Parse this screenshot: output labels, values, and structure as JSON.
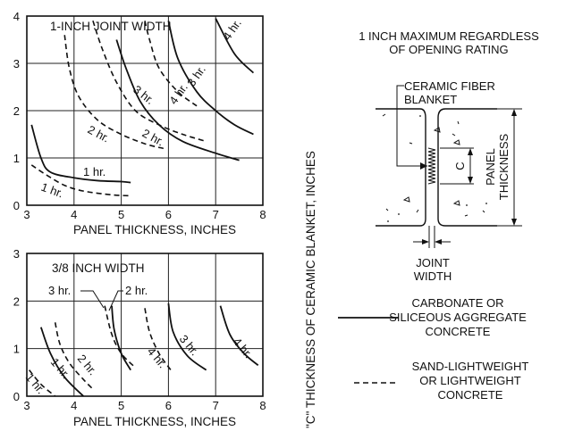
{
  "chart_data": [
    {
      "type": "line",
      "title": "1-INCH JOINT WIDTH",
      "xlabel": "PANEL THICKNESS, INCHES",
      "ylabel": "\"C\" THICKNESS OF CERAMIC BLANKET, INCHES",
      "xlim": [
        3,
        8
      ],
      "ylim": [
        0,
        4
      ],
      "xticks": [
        "3",
        "4",
        "5",
        "6",
        "7",
        "8"
      ],
      "yticks": [
        "0",
        "1",
        "2",
        "3",
        "4"
      ],
      "grid": true,
      "series": [
        {
          "name": "1 hr.",
          "style": "solid",
          "x": [
            3.1,
            3.3,
            3.5,
            4.0,
            4.5,
            5.0,
            5.2
          ],
          "y": [
            1.7,
            1.0,
            0.7,
            0.58,
            0.52,
            0.5,
            0.48
          ]
        },
        {
          "name": "1 hr.",
          "style": "dashed",
          "x": [
            3.1,
            3.4,
            3.8,
            4.2,
            4.8,
            5.2
          ],
          "y": [
            0.85,
            0.65,
            0.42,
            0.3,
            0.22,
            0.2
          ]
        },
        {
          "name": "2 hr.",
          "style": "solid",
          "x": [
            4.9,
            5.1,
            5.4,
            5.8,
            6.3,
            7.0,
            7.5
          ],
          "y": [
            3.5,
            2.9,
            2.2,
            1.7,
            1.35,
            1.1,
            0.95
          ]
        },
        {
          "name": "2 hr.",
          "style": "dashed",
          "x": [
            3.8,
            3.9,
            4.1,
            4.5,
            5.0,
            5.5,
            5.9
          ],
          "y": [
            3.6,
            2.9,
            2.3,
            1.8,
            1.5,
            1.3,
            1.2
          ]
        },
        {
          "name": "3 hr.",
          "style": "solid",
          "x": [
            6.0,
            6.2,
            6.6,
            7.0,
            7.4,
            7.8
          ],
          "y": [
            3.9,
            3.1,
            2.4,
            2.0,
            1.7,
            1.5
          ]
        },
        {
          "name": "3 hr.",
          "style": "dashed",
          "x": [
            4.4,
            4.6,
            4.9,
            5.3,
            5.8,
            6.3,
            6.8
          ],
          "y": [
            3.9,
            3.3,
            2.6,
            2.0,
            1.7,
            1.5,
            1.35
          ]
        },
        {
          "name": "4 hr.",
          "style": "solid",
          "x": [
            7.0,
            7.4,
            7.8
          ],
          "y": [
            3.95,
            3.2,
            2.8
          ]
        },
        {
          "name": "4 hr.",
          "style": "dashed",
          "x": [
            5.5,
            5.6,
            5.8,
            6.2,
            6.6
          ],
          "y": [
            3.9,
            3.5,
            2.9,
            2.4,
            2.1
          ]
        }
      ],
      "curve_labels": [
        "1 hr.",
        "1 hr.",
        "2 hr.",
        "2 hr.",
        "3 hr.",
        "3 hr.",
        "4 hr.",
        "4 hr."
      ]
    },
    {
      "type": "line",
      "title": "3/8 INCH WIDTH",
      "xlabel": "PANEL THICKNESS, INCHES",
      "xlim": [
        3,
        8
      ],
      "ylim": [
        0,
        3
      ],
      "xticks": [
        "3",
        "4",
        "5",
        "6",
        "7",
        "8"
      ],
      "yticks": [
        "0",
        "1",
        "2",
        "3"
      ],
      "grid": true,
      "series": [
        {
          "name": "1 hr.",
          "style": "solid",
          "x": [
            3.3,
            3.5,
            3.8,
            4.2
          ],
          "y": [
            1.45,
            0.9,
            0.4,
            0.0
          ]
        },
        {
          "name": "1 hr.",
          "style": "dashed",
          "x": [
            3.05,
            3.3,
            3.6
          ],
          "y": [
            0.55,
            0.25,
            0.0
          ]
        },
        {
          "name": "2 hr.",
          "style": "solid",
          "x": [
            4.8,
            4.85,
            5.0,
            5.2
          ],
          "y": [
            1.9,
            1.4,
            0.9,
            0.55
          ]
        },
        {
          "name": "2 hr.",
          "style": "dashed",
          "x": [
            3.6,
            3.7,
            3.9,
            4.2,
            4.4
          ],
          "y": [
            1.55,
            1.1,
            0.7,
            0.35,
            0.15
          ]
        },
        {
          "name": "3 hr.",
          "style": "solid",
          "x": [
            6.0,
            6.1,
            6.4,
            6.8
          ],
          "y": [
            1.95,
            1.35,
            0.85,
            0.55
          ]
        },
        {
          "name": "3 hr.",
          "style": "dashed",
          "x": [
            4.65,
            4.8,
            5.0,
            5.3
          ],
          "y": [
            1.9,
            1.3,
            0.9,
            0.6
          ]
        },
        {
          "name": "4 hr.",
          "style": "solid",
          "x": [
            7.1,
            7.3,
            7.6,
            7.9
          ],
          "y": [
            1.9,
            1.3,
            0.9,
            0.65
          ]
        },
        {
          "name": "4 hr.",
          "style": "dashed",
          "x": [
            5.5,
            5.6,
            5.8,
            6.05
          ],
          "y": [
            1.85,
            1.35,
            0.9,
            0.55
          ]
        }
      ],
      "curve_labels": [
        "1 hr.",
        "1 hr.",
        "2 hr.",
        "2 hr.",
        "3 hr.",
        "3 hr.",
        "4 hr.",
        "4 hr."
      ]
    }
  ],
  "shared_ylabel": "\"C\" THICKNESS OF CERAMIC BLANKET, INCHES",
  "diagram": {
    "note_line1": "1 INCH MAXIMUM REGARDLESS",
    "note_line2": "OF OPENING RATING",
    "blanket_line1": "CERAMIC FIBER",
    "blanket_line2": "BLANKET",
    "c_label": "C",
    "panel_line1": "PANEL",
    "panel_line2": "THICKNESS",
    "joint_line1": "JOINT",
    "joint_line2": "WIDTH"
  },
  "legend": {
    "solid_line1": "CARBONATE OR",
    "solid_line2": "SILICEOUS AGGREGATE",
    "solid_line3": "CONCRETE",
    "dashed_line1": "SAND-LIGHTWEIGHT",
    "dashed_line2": "OR LIGHTWEIGHT",
    "dashed_line3": "CONCRETE"
  }
}
